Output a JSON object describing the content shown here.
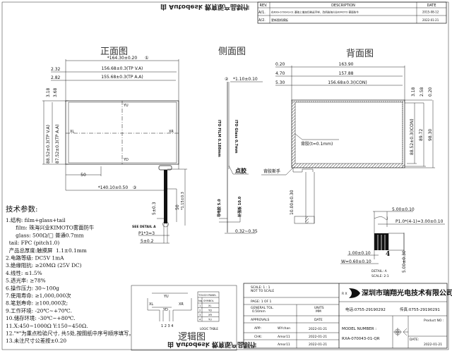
{
  "watermark": "由 Autodesk 教育版产品制作",
  "revision_table": {
    "headers": [
      "REV.",
      "DESCRIPTION",
      "DATE"
    ],
    "rows": [
      {
        "rev": "A/1.",
        "description": "在RXA-070043-01 基础上增加印刷返字样，改用珠海兴业KIMOTO 雾面防牛",
        "date": "2015-08-12"
      },
      {
        "rev": "A/2.",
        "description": "更新图纸模板",
        "date": "2022-01-21"
      }
    ]
  },
  "views": {
    "front": {
      "title": "正面图",
      "dims": {
        "overall_width": "*164.30±0.20",
        "overall_width_mark": "①",
        "va_width": "156.68±0.3(TP  V.A)",
        "aa_width": "155.68±0.3(TP  A.A)",
        "left_offset_1": "2.32",
        "left_offset_2": "2.82",
        "top_offset_1": "3.18",
        "top_offset_2": "3.68",
        "va_height": "88.52±0.3(TP V.A)",
        "aa_height": "87.52±0.3(TP A.A)",
        "tail_pos": "50",
        "tail_offset": "*140.10±0.50",
        "tail_offset_mark": "③",
        "tail_len_1": "5±0.3",
        "tail_len_2": "50",
        "tail_len_3": "*1.15±0.3",
        "see_detail": "SEE DETAIL A",
        "pitch": "P1*3=3",
        "tail_width": "5±0.2"
      },
      "labels": {
        "yu": "YU",
        "yd": "YD",
        "xl": "XL",
        "xr": "XR"
      }
    },
    "side": {
      "title": "侧面图",
      "thickness": "*1.10±0.10",
      "thickness_mark": "②",
      "film": "ITO FILM 0.188mm",
      "glass": "ITO Glass 0.7mm",
      "glue": "点胶",
      "conductive": "导电胶 5.0",
      "stiffener": "补强板 10.0",
      "tail_thickness": "0.32~0.35"
    },
    "back": {
      "title": "背面图",
      "dims": {
        "w1": "163.90",
        "w2": "157.88",
        "w3": "156.68±0.3(ICON)",
        "l1": "0.20",
        "l2": "4.70",
        "l3": "5.30",
        "r1": "3.18",
        "r2": "2.58",
        "r3": "0.20",
        "h1": "88.52±0.3(ICON)",
        "h2": "89.72",
        "h3": "98.30",
        "tail_len": "10.00±0.30"
      },
      "adhesive": "背胶(t=0.1mm)",
      "tab": "背胶斯手"
    },
    "detail": {
      "width": "5.00±0.10",
      "pitch": "P1.0*(4-1)=3.00±0.10",
      "pin_count": "4",
      "pin_pitch": "1.00±0.10",
      "pin_width": "W=0.60±0.10",
      "length": "5.00±0.30",
      "label": "DETAIL:  A",
      "scale": "SCALE:   2:1"
    }
  },
  "tech_params": {
    "heading": "技术参数:",
    "lines": [
      "1.结构: film+glass+tail",
      "      film: 珠海兴业KIMOTO雾面防牛",
      "      glass: 500Ω/□ 普通0.7mm",
      "  tail: FPC (pitch1.0)",
      "  产品总厚度:触摸屏  1.1±0.1mm",
      "2.电路等级: DC5V 1mA",
      "3.绝缘阻抗: ≥20MΩ (25V DC)",
      "4.线性: ≤1.5%",
      "5.透光率: ≥78%",
      "6.操作压力: 30~100g",
      "7.使用寿命: ≥1,000,000次",
      "8.笔划寿命: ≥100,000次;",
      "9.工作环境: -20℃~+70℃.",
      "10.储存环境: -30℃~+80℃.",
      "11.X:450~1000Ω Y:150~450Ω.",
      "12.\"*\"为重点检验尺寸, 共5处,按图纸中序号顺序填写。",
      "13.未注尺寸公差按±0.20"
    ]
  },
  "logic": {
    "title": "逻辑图",
    "pins": "1 2 3 4",
    "labels": {
      "yu": "YU",
      "yd": "YD",
      "xl": "XL",
      "xr": "XR"
    },
    "table": {
      "header": "TOUCH PANEL",
      "columns": [
        "No.",
        "SYMBOL"
      ],
      "rows": [
        [
          "1",
          "XL"
        ],
        [
          "2",
          "YD"
        ],
        [
          "3",
          "XR"
        ],
        [
          "4",
          "YU"
        ]
      ],
      "caption": "LOGIC TABLE"
    }
  },
  "title_block": {
    "scale": "SCALE: 1 : 1",
    "not_to_scale": "NOT TO SCALE",
    "page": "PAGE: 1 OF 1",
    "general_tol_label": "GENERAL TOL.",
    "general_tol": "0.50mm",
    "units_label": "UNITS",
    "units": "MM",
    "approvals": "APPROVALS",
    "date_label": "DATE",
    "app_label": "APP:",
    "app_name": "WYchan",
    "app_date": "2022-01-21",
    "chk_label": "CHK:",
    "chk_name": "Amor11",
    "chk_date": "2022-01-21",
    "third_name": "Amor11",
    "third_date": "2022-01-21",
    "logo": "R X",
    "company": "深圳市瑞翔光电技术有限公司",
    "tel": "电话:0755-29190292",
    "fax": "传真:0755-29190291",
    "model_label": "MODEL NUMBER :",
    "model": "RXA-070043-01-QR",
    "product_no_label": "Product NO :",
    "product_date_label": "DATE:",
    "product_date": "2022-01-21"
  }
}
